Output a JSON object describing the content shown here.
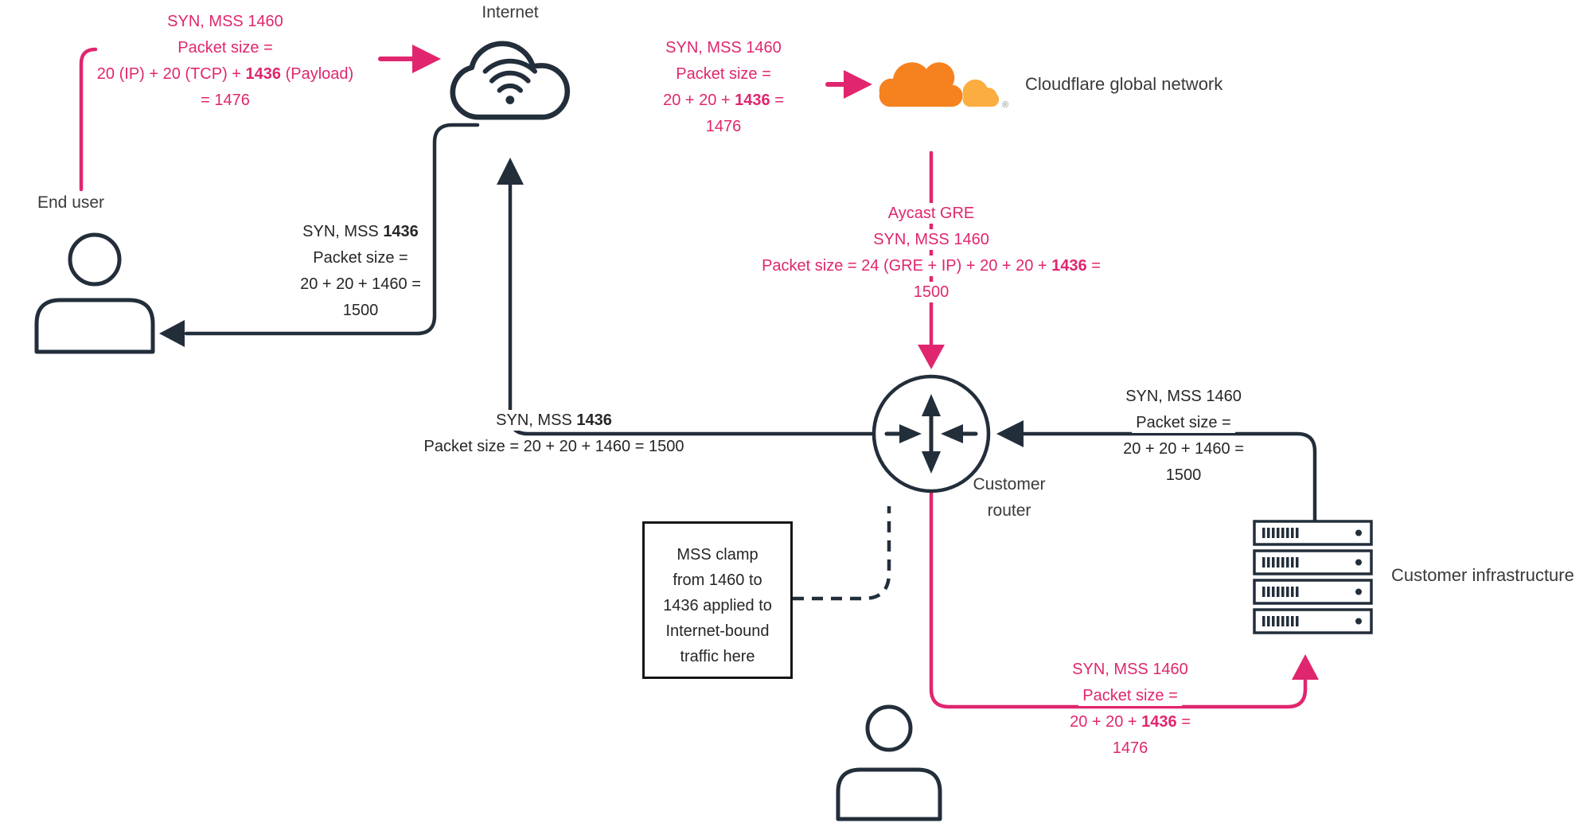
{
  "palette": {
    "pink": "#E0266E",
    "dark": "#232E3B",
    "orange": "#F6821F",
    "orange_light": "#FBAD41"
  },
  "nodes": {
    "internet": {
      "label": "Internet"
    },
    "cloudflare": {
      "label": "Cloudflare global network",
      "registered_mark": "®"
    },
    "end_user": {
      "label": "End user"
    },
    "customer_router": {
      "lines": [
        "Customer",
        "router"
      ]
    },
    "customer_infrastructure": {
      "label": "Customer infrastructure"
    },
    "mss_clamp_note": {
      "lines": [
        "MSS clamp",
        "from 1460 to",
        "1436 applied to",
        "Internet-bound",
        "traffic here"
      ]
    }
  },
  "flows": {
    "user_to_internet": {
      "lines": [
        "SYN, MSS 1460",
        "Packet size =",
        [
          "20 (IP) + 20 (TCP) + ",
          {
            "t": "1436",
            "b": true
          },
          " (Payload)"
        ],
        "= 1476"
      ]
    },
    "internet_to_cloudflare": {
      "lines": [
        "SYN, MSS 1460",
        "Packet size =",
        [
          "20 + 20 + ",
          {
            "t": "1436",
            "b": true
          },
          " ="
        ],
        "1476"
      ]
    },
    "cloudflare_to_router": {
      "lines": [
        "Aycast GRE",
        "SYN, MSS 1460",
        [
          "Packet size = 24 (GRE + IP) + 20 + 20 + ",
          {
            "t": "1436",
            "b": true
          },
          " ="
        ],
        "1500"
      ]
    },
    "internet_to_end_user": {
      "lines": [
        [
          "SYN, MSS ",
          {
            "t": "1436",
            "b": true
          }
        ],
        "Packet size =",
        "20 + 20 + 1460 =",
        "1500"
      ]
    },
    "router_to_internet": {
      "lines": [
        [
          "SYN, MSS ",
          {
            "t": "1436",
            "b": true
          }
        ],
        "Packet size = 20 + 20 + 1460 = 1500"
      ]
    },
    "infrastructure_to_router": {
      "lines": [
        "SYN, MSS 1460",
        "Packet size =",
        "20 + 20 + 1460 =",
        "1500"
      ]
    },
    "router_to_infrastructure": {
      "lines": [
        "SYN, MSS 1460",
        "Packet size =",
        [
          "20 + 20 + ",
          {
            "t": "1436",
            "b": true
          },
          " ="
        ],
        "1476"
      ]
    }
  }
}
